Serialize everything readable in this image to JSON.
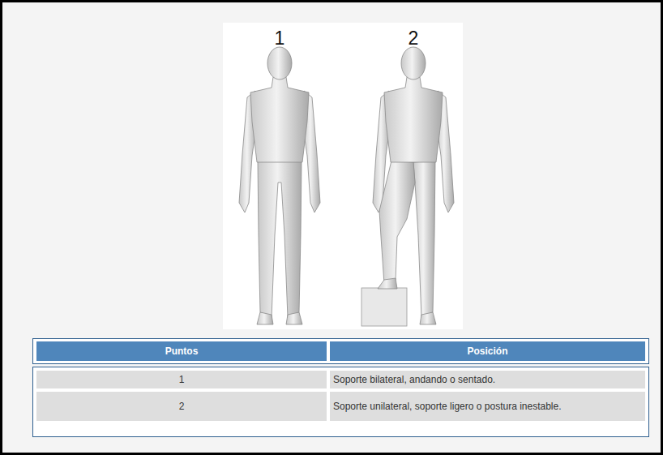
{
  "diagram": {
    "labels": [
      "1",
      "2",
      "Puntos",
      "Posición",
      "1",
      "Soporte bilateral, andando o sentado.",
      "2",
      "Soporte unilateral, soporte ligero o postura inestable."
    ]
  }
}
